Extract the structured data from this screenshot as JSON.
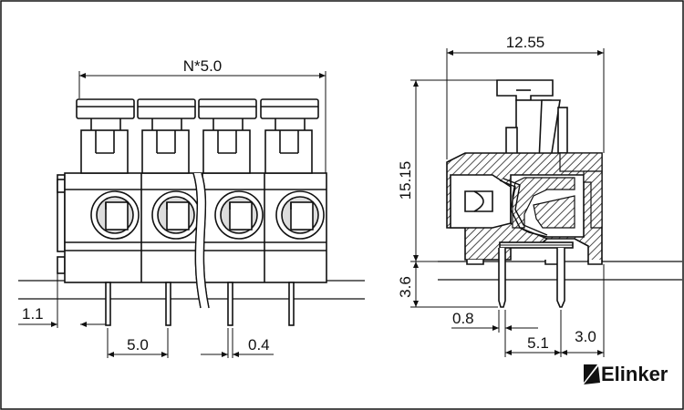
{
  "dimensions": {
    "front_width": "N*5.0",
    "front_offset_left": "1.1",
    "front_pitch": "5.0",
    "front_pin_width": "0.4",
    "side_width": "12.55",
    "side_height": "15.15",
    "side_pin_length": "3.6",
    "side_pin_width": "0.8",
    "side_pin_spacing_1": "5.1",
    "side_pin_spacing_2": "3.0"
  },
  "brand": {
    "name": "Elinker",
    "logo_icon": "triangle-mark-icon"
  },
  "colors": {
    "line": "#111111",
    "body_fill": "#ffffff",
    "hatch": "#222222",
    "circle_fill": "#dddddd"
  }
}
